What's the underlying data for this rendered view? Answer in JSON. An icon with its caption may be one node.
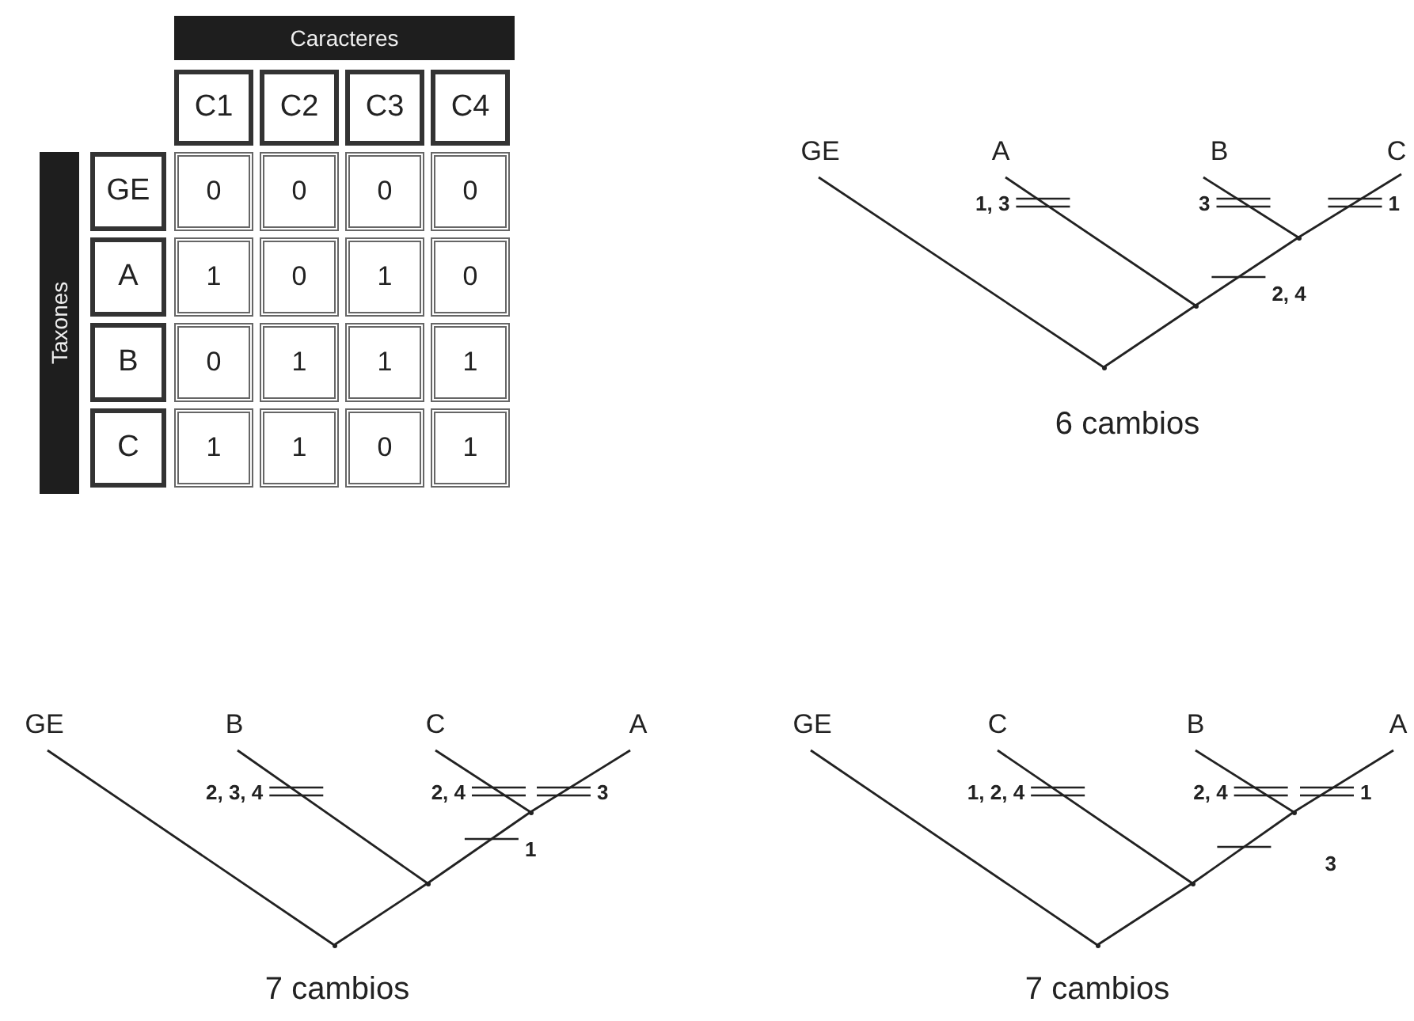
{
  "diagram": {
    "nodes": [
      {
        "text": [
          "GE"
        ]
      },
      {
        "text": [
          "A"
        ]
      },
      {
        "text": [
          "B"
        ]
      },
      {
        "text": [
          "C"
        ]
      },
      {
        "text": [],
        "shape": "point"
      },
      {
        "text": [],
        "shape": "point"
      },
      {
        "text": [],
        "shape": "point"
      },
      {
        "text": [
          "GE"
        ]
      },
      {
        "text": [
          "B"
        ]
      },
      {
        "text": [
          "C"
        ]
      },
      {
        "text": [
          "A"
        ]
      },
      {
        "text": [],
        "shape": "point"
      },
      {
        "text": [],
        "shape": "point"
      },
      {
        "text": [],
        "shape": "point"
      },
      {
        "text": [
          "GE"
        ]
      },
      {
        "text": [
          "C"
        ]
      },
      {
        "text": [
          "B"
        ]
      },
      {
        "text": [
          "A"
        ]
      },
      {
        "text": [],
        "shape": "point"
      },
      {
        "text": [],
        "shape": "point"
      },
      {
        "text": [],
        "shape": "point"
      }
    ],
    "edges": [
      {
        "from": 4,
        "to": 0,
        "arrow": "none"
      },
      {
        "from": 4,
        "to": 5,
        "arrow": "none"
      },
      {
        "from": 5,
        "to": 1,
        "arrow": "none",
        "label": "1, 3"
      },
      {
        "from": 5,
        "to": 6,
        "arrow": "none",
        "label": "2, 4"
      },
      {
        "from": 6,
        "to": 2,
        "arrow": "none",
        "label": "3"
      },
      {
        "from": 6,
        "to": 3,
        "arrow": "none",
        "label": "1"
      },
      {
        "from": 11,
        "to": 7,
        "arrow": "none"
      },
      {
        "from": 11,
        "to": 12,
        "arrow": "none"
      },
      {
        "from": 12,
        "to": 8,
        "arrow": "none",
        "label": "2, 3, 4"
      },
      {
        "from": 12,
        "to": 13,
        "arrow": "none",
        "label": "1"
      },
      {
        "from": 13,
        "to": 9,
        "arrow": "none",
        "label": "2, 4"
      },
      {
        "from": 13,
        "to": 10,
        "arrow": "none",
        "label": "3"
      },
      {
        "from": 18,
        "to": 14,
        "arrow": "none"
      },
      {
        "from": 18,
        "to": 19,
        "arrow": "none"
      },
      {
        "from": 19,
        "to": 15,
        "arrow": "none",
        "label": "1, 2, 4"
      },
      {
        "from": 19,
        "to": 20,
        "arrow": "none",
        "label": "3"
      },
      {
        "from": 20,
        "to": 16,
        "arrow": "none",
        "label": "2, 4"
      },
      {
        "from": 20,
        "to": 17,
        "arrow": "none",
        "label": "1"
      }
    ],
    "labels": [
      "Caracteres",
      "C1",
      "C2",
      "C3",
      "C4",
      "Taxones",
      "GE",
      "0",
      "0",
      "0",
      "0",
      "A",
      "1",
      "0",
      "1",
      "0",
      "B",
      "0",
      "1",
      "1",
      "1",
      "C",
      "1",
      "1",
      "0",
      "1",
      "6 cambios",
      "7 cambios",
      "7 cambios"
    ]
  }
}
